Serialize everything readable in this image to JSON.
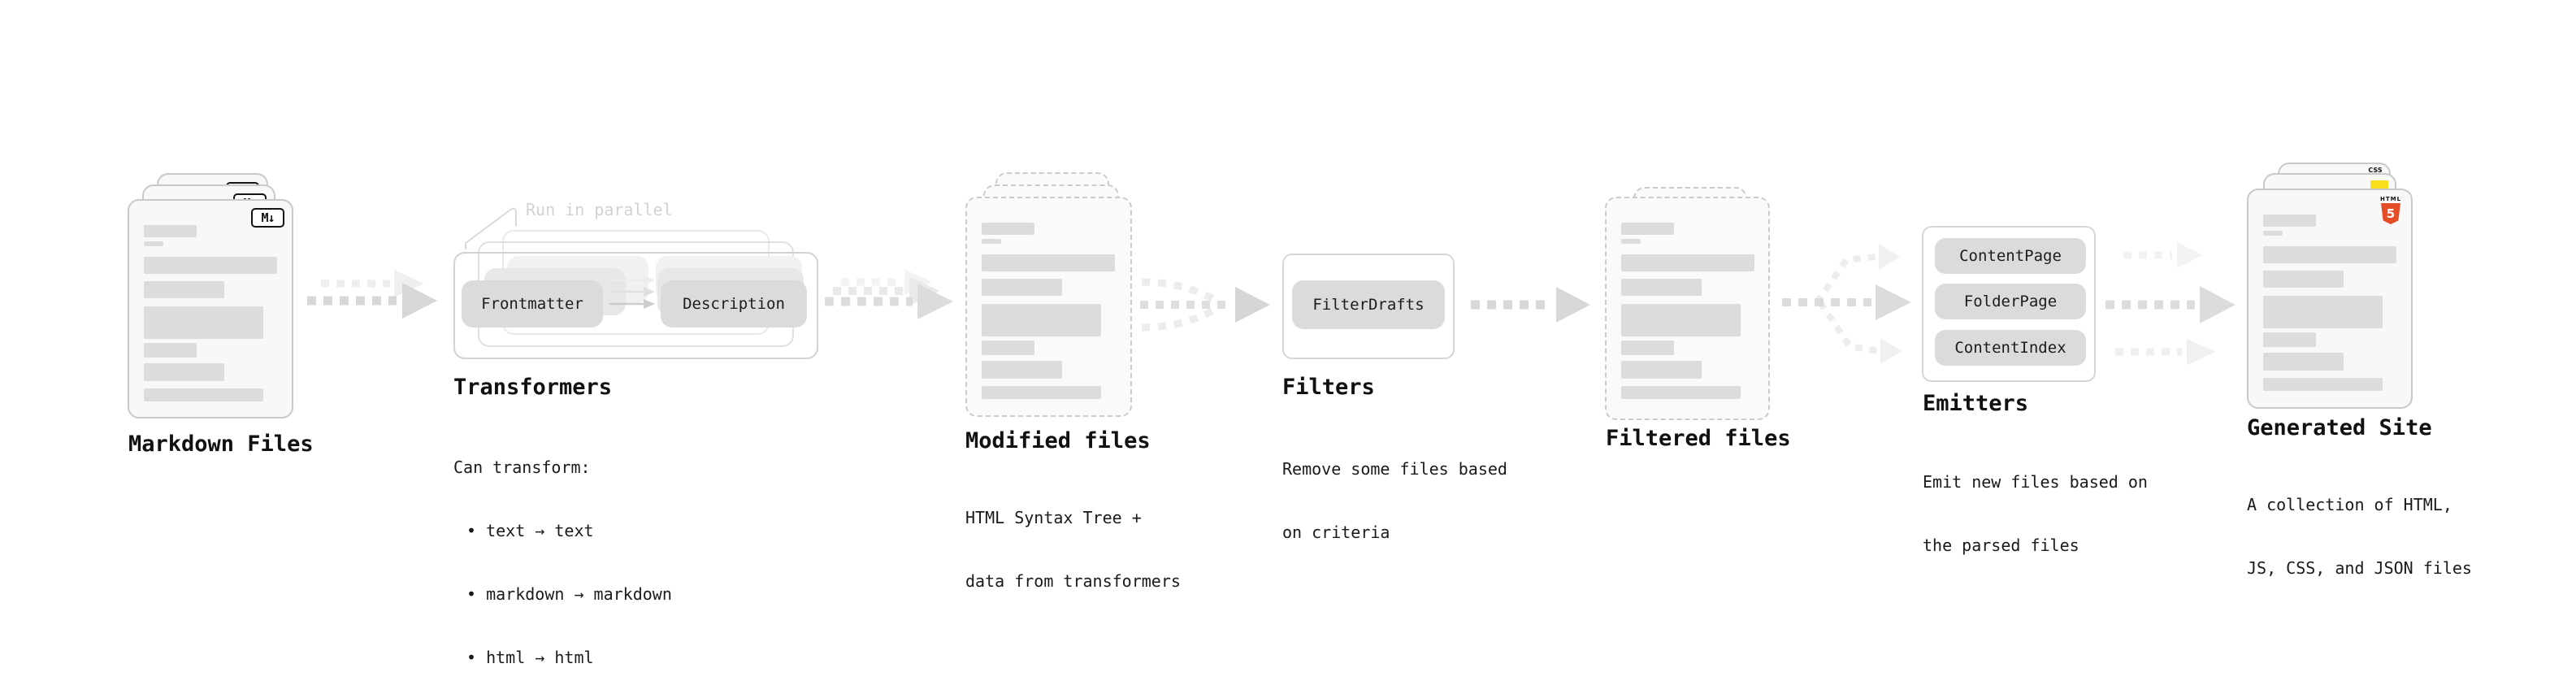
{
  "diagram": {
    "note": "Run in parallel",
    "markdown": {
      "title": "Markdown Files",
      "icon": "M↓"
    },
    "transformers": {
      "title": "Transformers",
      "pill_frontmatter": "Frontmatter",
      "pill_description": "Description",
      "desc_heading": "Can transform:",
      "bullets": [
        "• text → text",
        "• markdown → markdown",
        "• html → html"
      ]
    },
    "modified": {
      "title": "Modified files",
      "desc": [
        "HTML Syntax Tree +",
        "data from transformers"
      ]
    },
    "filters": {
      "title": "Filters",
      "pill": "FilterDrafts",
      "desc": [
        "Remove some files based",
        "on criteria"
      ]
    },
    "filtered": {
      "title": "Filtered files"
    },
    "emitters": {
      "title": "Emitters",
      "pills": [
        "ContentPage",
        "FolderPage",
        "ContentIndex"
      ],
      "desc": [
        "Emit new files based on",
        "the parsed files"
      ]
    },
    "generated": {
      "title": "Generated Site",
      "desc": [
        "A collection of HTML,",
        "JS, CSS, and JSON files"
      ],
      "icon_html_label": "HTML",
      "icon_html_number": "5",
      "icon_css": "CSS"
    }
  },
  "colors": {
    "html5_orange": "#e44d26",
    "js_yellow": "#f7df1e",
    "css_blue": "#2b6bf3",
    "card_border": "#c9c9c9",
    "pill_fill": "#dbdbdb",
    "arrow_gray": "#d7d7d7"
  }
}
